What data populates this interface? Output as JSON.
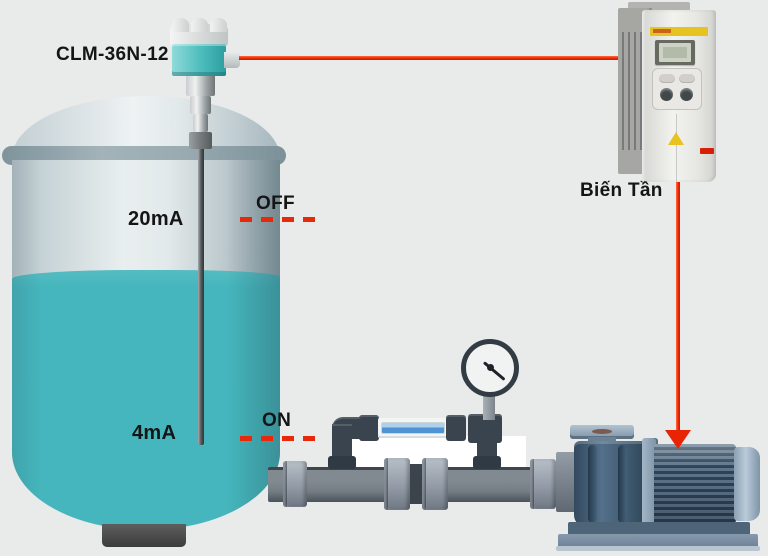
{
  "diagram": {
    "sensor": {
      "model_label": "CLM-36N-12"
    },
    "levels": {
      "high_current": "20mA",
      "high_state": "OFF",
      "low_current": "4mA",
      "low_state": "ON"
    },
    "vfd": {
      "label": "Biến Tần"
    },
    "components": [
      "capacitive-level-sensor",
      "storage-tank",
      "water",
      "variable-frequency-drive",
      "signal-wire",
      "control-arrow",
      "flow-meter",
      "pressure-gauge",
      "main-pipe",
      "centrifugal-pump"
    ],
    "colors": {
      "background": "#e9eaea",
      "signal_red": "#e92405",
      "dash_red": "#e8280a",
      "water_teal": "#45b6bd",
      "sensor_teal": "#4cbcbc",
      "pipe_gray": "#7b838a",
      "fitting_dark": "#39444e",
      "pump_blue": "#54708a",
      "vfd_body": "#f2f2ef",
      "vfd_yellow": "#e6c321",
      "label_text": "#151515"
    }
  }
}
